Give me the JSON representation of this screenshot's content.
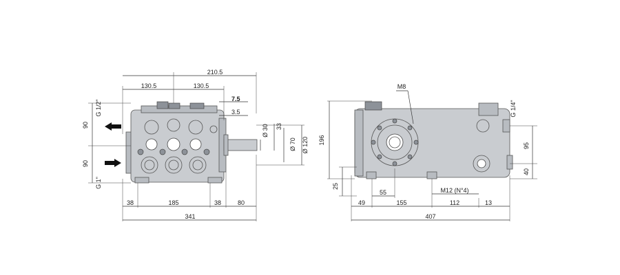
{
  "front_view": {
    "dims": {
      "overall_width": "210.5",
      "half_left": "130.5",
      "half_right": "130.5",
      "shaft_key": "7.5",
      "key_offset": "3.5",
      "shaft_dia": "Ø 30",
      "keyway": "33",
      "hub_dia": "Ø 70",
      "flange_dia": "Ø 120",
      "height_upper": "90",
      "height_lower": "90",
      "port_outlet": "G 1/2\"",
      "port_inlet": "G 1\"",
      "foot_left": "38",
      "foot_span": "185",
      "foot_right": "38",
      "shaft_len": "80",
      "total_len": "341"
    }
  },
  "side_view": {
    "dims": {
      "bolt": "M8",
      "height_total": "196",
      "base_offset": "25",
      "foot_first": "55",
      "mount_holes": "M12 (N°4)",
      "port_top": "G 1/4\"",
      "port_height": "95",
      "port_low": "40",
      "seg_49": "49",
      "seg_155": "155",
      "seg_112": "112",
      "seg_13": "13",
      "total_len": "407"
    }
  },
  "colors": {
    "body": "#c9ccd0",
    "line": "#333333"
  }
}
